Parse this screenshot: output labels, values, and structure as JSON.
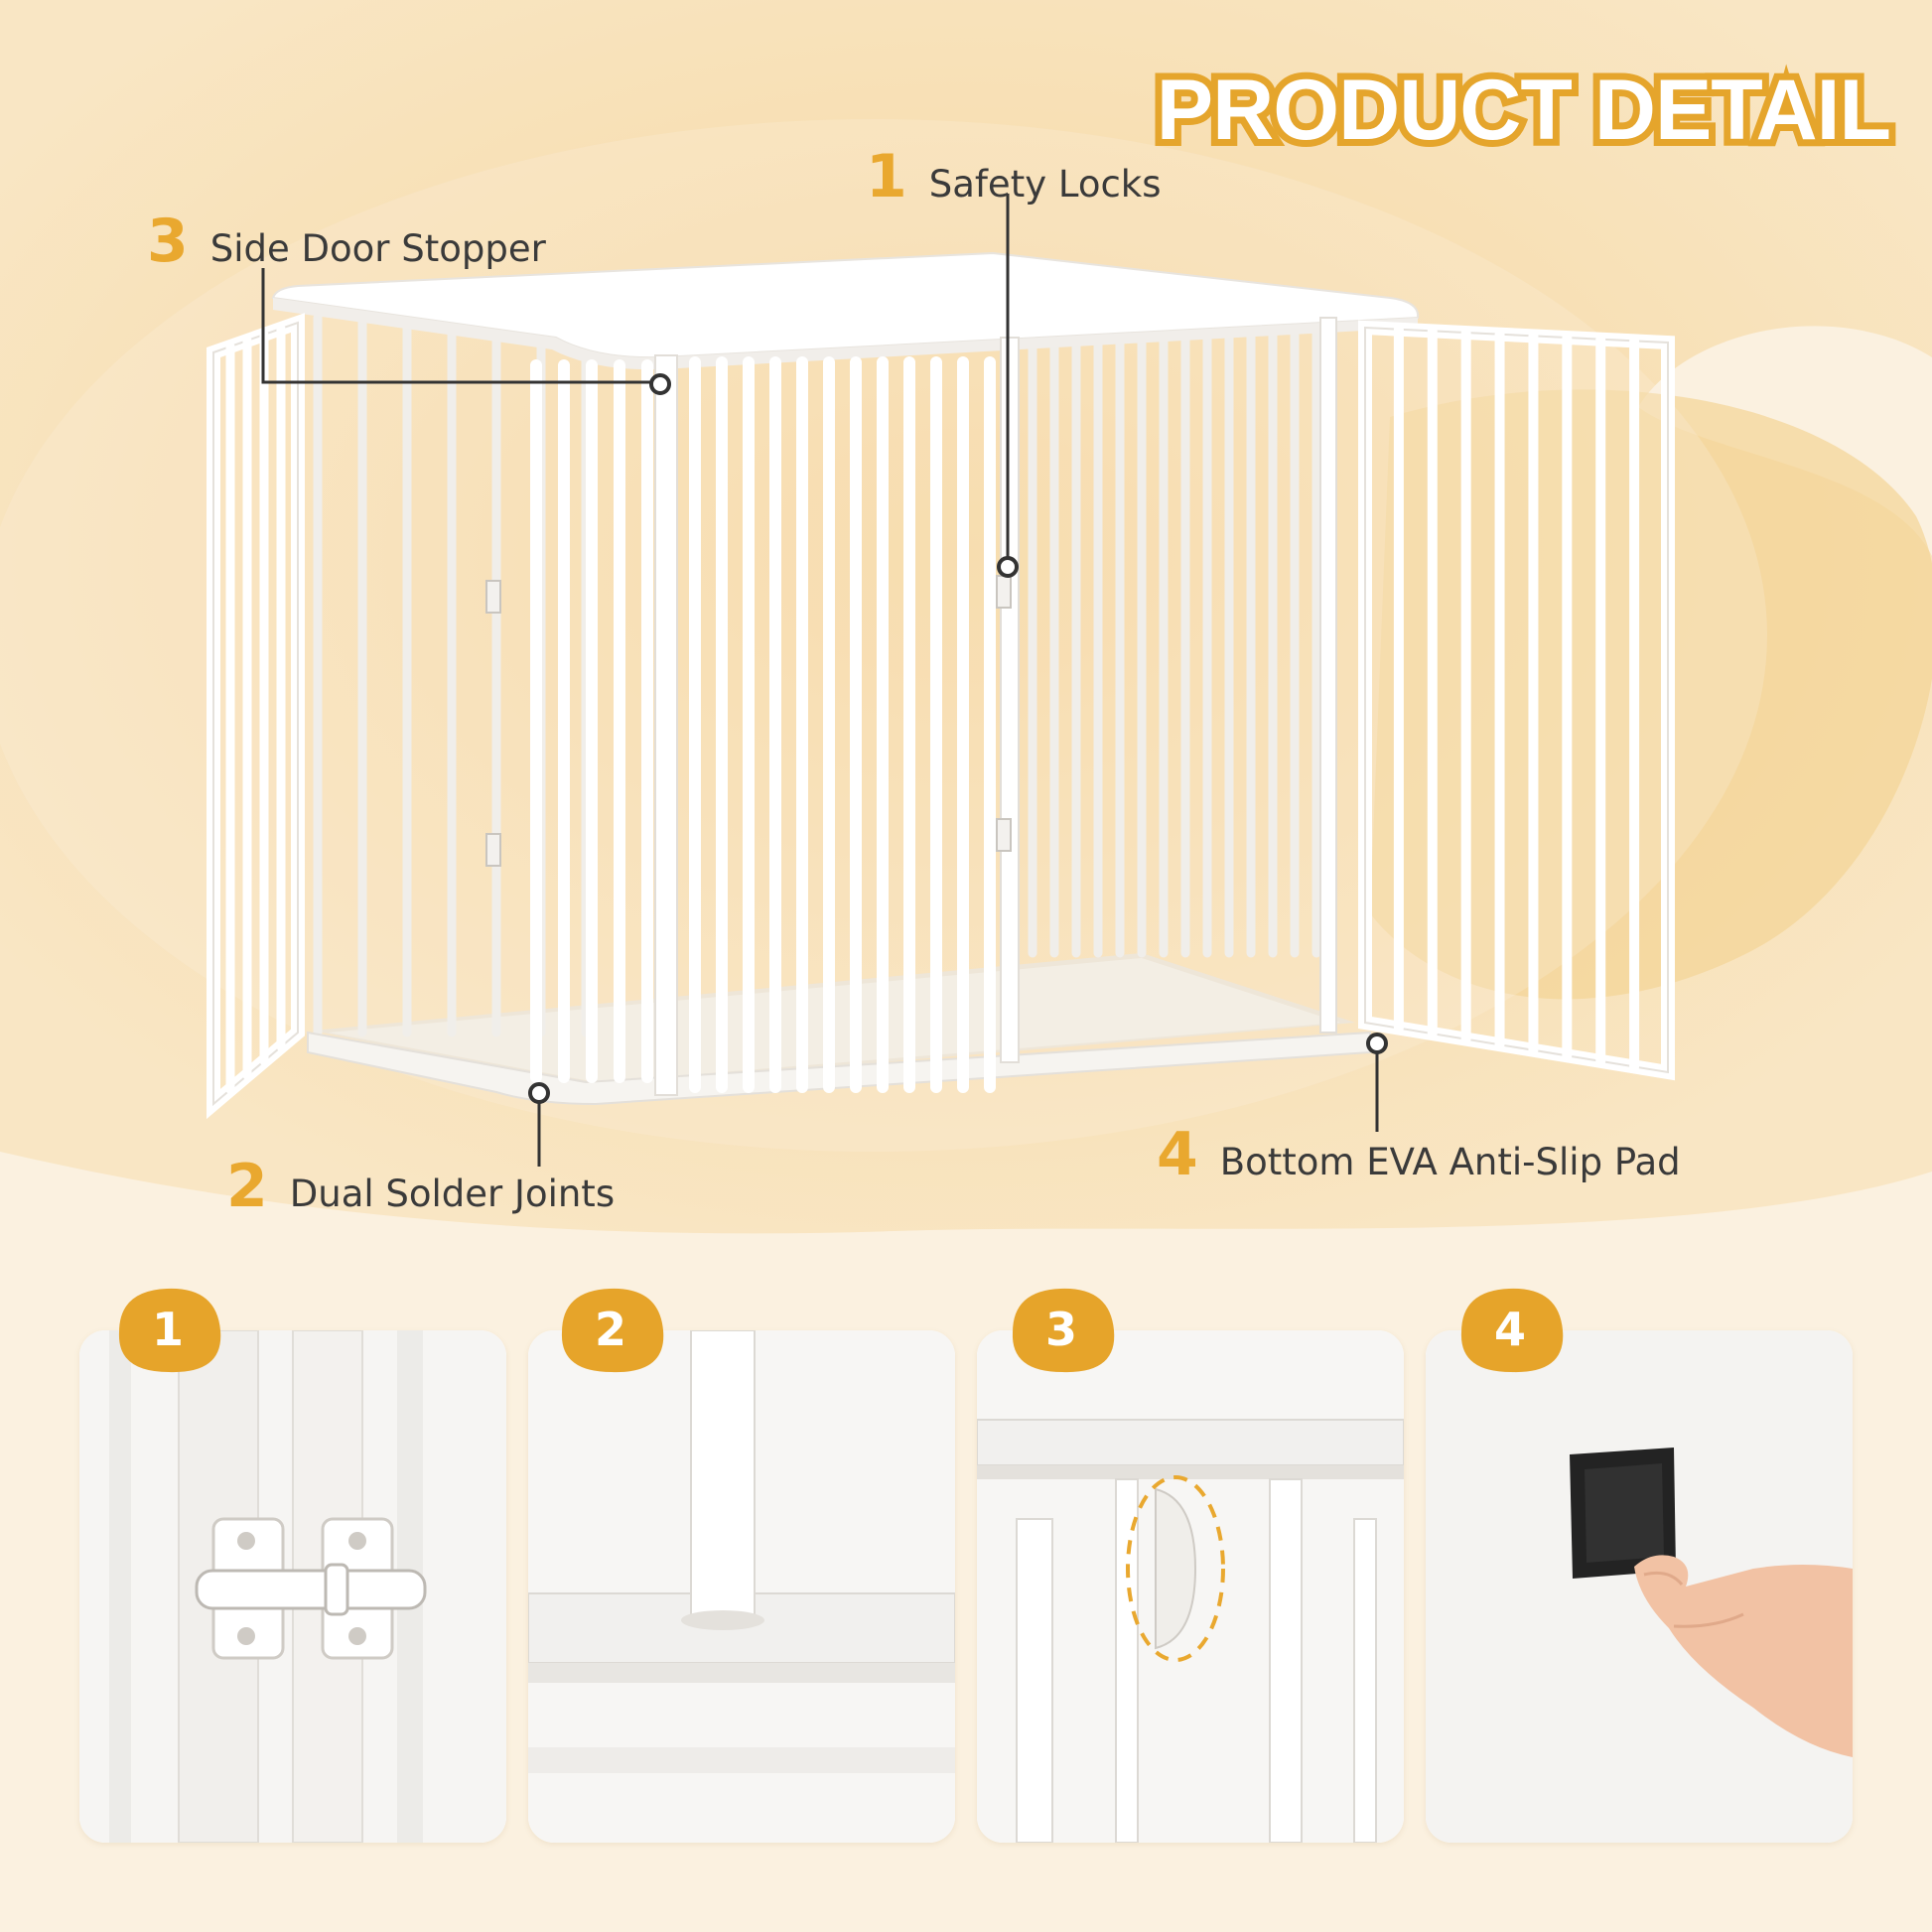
{
  "header": {
    "title": "PRODUCT DETAIL"
  },
  "callouts": [
    {
      "num": "1",
      "label": "Safety Locks"
    },
    {
      "num": "2",
      "label": "Dual Solder Joints"
    },
    {
      "num": "3",
      "label": "Side Door Stopper"
    },
    {
      "num": "4",
      "label": "Bottom EVA Anti-Slip Pad"
    }
  ],
  "details": [
    {
      "badge": "1",
      "name": "safety-locks-closeup"
    },
    {
      "badge": "2",
      "name": "solder-joint-closeup"
    },
    {
      "badge": "3",
      "name": "door-stopper-closeup"
    },
    {
      "badge": "4",
      "name": "anti-slip-pad-closeup"
    }
  ],
  "colors": {
    "background": "#fbf1e0",
    "blob": "#f7deb2",
    "accent": "#e9a82f",
    "text": "#3a3a3a",
    "crate": "#ffffff",
    "pad": "#232323"
  }
}
